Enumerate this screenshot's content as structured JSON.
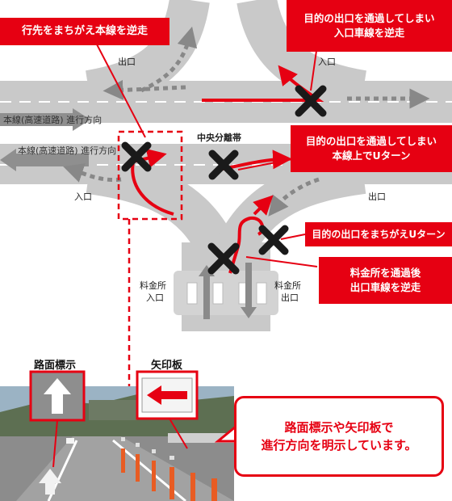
{
  "callouts": {
    "wrong_way_mainline": "行先をまちがえ本線を逆走",
    "passed_exit_entrance_reverse": "目的の出口を通過してしまい\n入口車線を逆走",
    "passed_exit_uturn": "目的の出口を通過してしまい\n本線上でUターン",
    "wrong_exit_uturn": "目的の出口をまちがえUターン",
    "after_toll_exit_reverse": "料金所を通過後\n出口車線を逆走"
  },
  "road_labels": {
    "exit_top_left": "出口",
    "entrance_top_right": "入口",
    "mainline_upper": "本線(高速道路) 進行方向",
    "mainline_lower": "本線(高速道路) 進行方向",
    "median": "中央分離帯",
    "entrance_left": "入口",
    "exit_right": "出口",
    "toll_entrance": "料金所\n入口",
    "toll_exit": "料金所\n出口"
  },
  "signs": {
    "road_marking_title": "路面標示",
    "arrow_board_title": "矢印板"
  },
  "bubble_text": "路面標示や矢印板で\n進行方向を明示しています。",
  "colors": {
    "accent_red": "#e60012",
    "road_gray": "#c9c9c9",
    "arrow_gray": "#8a8a8a",
    "cross": "#1a1a1a"
  }
}
